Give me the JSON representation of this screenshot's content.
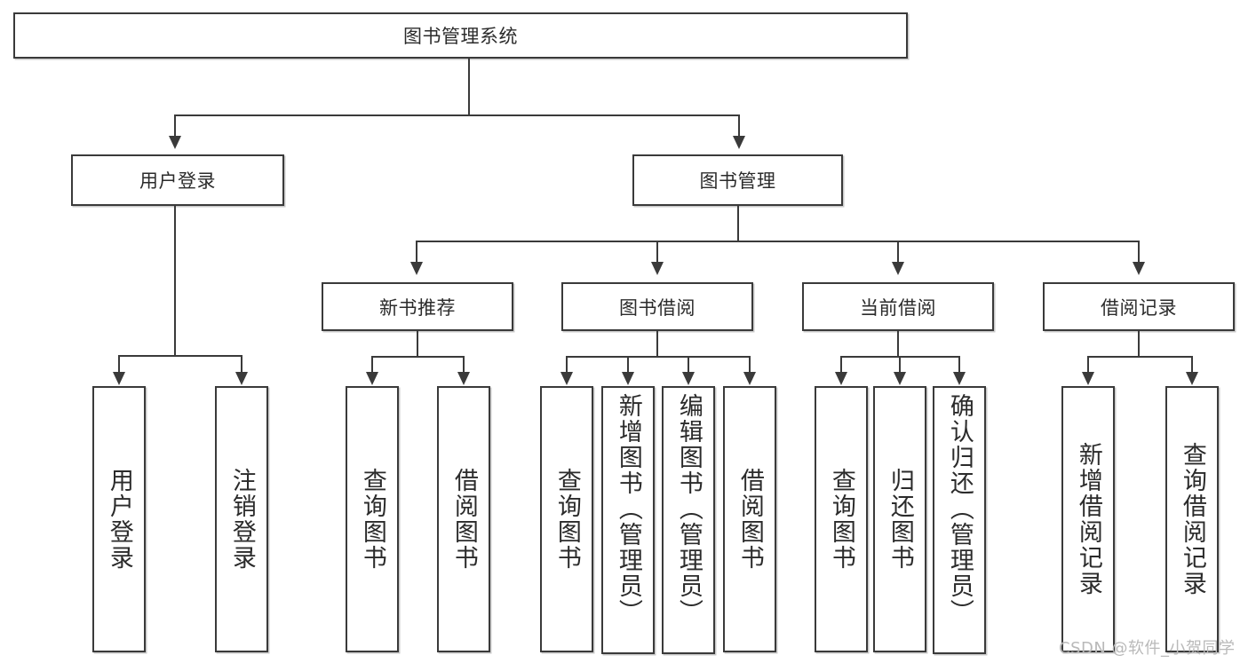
{
  "diagram": {
    "type": "tree-hierarchy-chart",
    "root": {
      "label": "图书管理系统"
    },
    "level2": [
      {
        "label": "用户登录"
      },
      {
        "label": "图书管理"
      }
    ],
    "level3": [
      {
        "label": "新书推荐"
      },
      {
        "label": "图书借阅"
      },
      {
        "label": "当前借阅"
      },
      {
        "label": "借阅记录"
      }
    ],
    "leaves": {
      "user_login": [
        {
          "label": "用户登录"
        },
        {
          "label": "注销登录"
        }
      ],
      "new_book_recommend": [
        {
          "label": "查询图书"
        },
        {
          "label": "借阅图书"
        }
      ],
      "book_borrow": [
        {
          "label": "查询图书"
        },
        {
          "label": "新增图书（管理员）"
        },
        {
          "label": "编辑图书（管理员）"
        },
        {
          "label": "借阅图书"
        }
      ],
      "current_borrow": [
        {
          "label": "查询图书"
        },
        {
          "label": "归还图书"
        },
        {
          "label": "确认归还（管理员）"
        }
      ],
      "borrow_record": [
        {
          "label": "新增借阅记录"
        },
        {
          "label": "查询借阅记录"
        }
      ]
    }
  },
  "watermark": {
    "text": "CSDN @软件_小贺同学"
  },
  "colors": {
    "stroke": "#3a3a3a",
    "text": "#2b2b2b",
    "background": "#ffffff",
    "watermark": "#b9b9b9"
  }
}
